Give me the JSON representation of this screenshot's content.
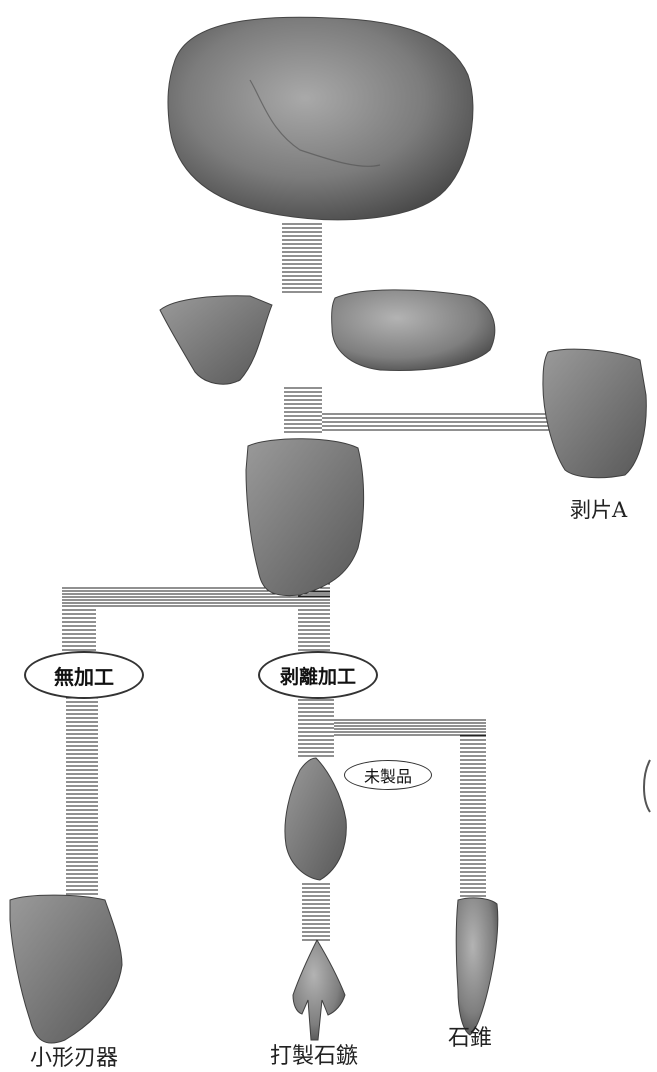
{
  "labels": {
    "flake_a": "剥片A",
    "no_processing": "無加工",
    "flaking_processing": "剥離加工",
    "unfinished": "未製品",
    "small_blade": "小形刃器",
    "arrowhead": "打製石鏃",
    "drill": "石錐"
  },
  "colors": {
    "stone_dark": "#555555",
    "stone_mid": "#8a8a8a",
    "stone_light": "#b5b5b5",
    "connector": "#222222"
  }
}
